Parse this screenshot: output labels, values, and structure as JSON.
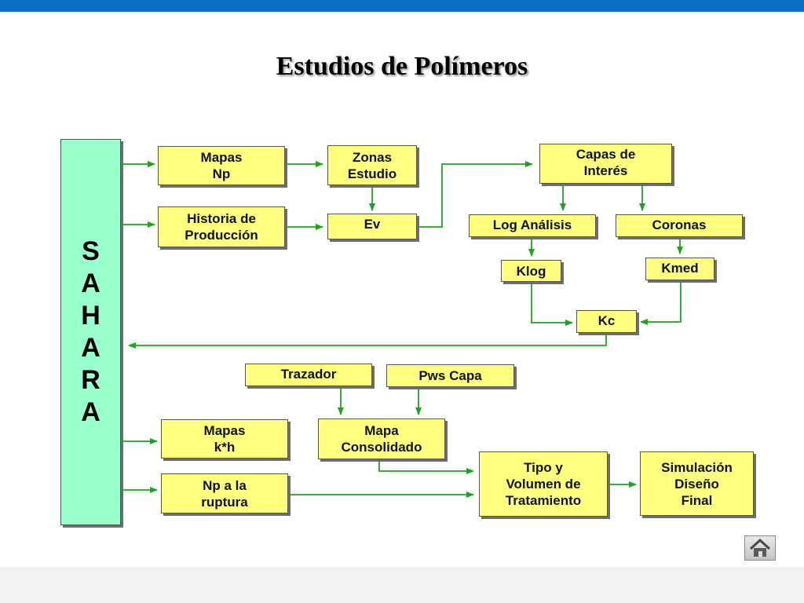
{
  "title": "Estudios de Polímeros",
  "colors": {
    "topbar": "#0a6fc2",
    "box_fill": "#ffff80",
    "sahara_fill": "#99ffcc",
    "arrow": "#1fa21f"
  },
  "sahara": "SAHARA",
  "nodes": {
    "mapas_np": "Mapas\nNp",
    "zonas_estudio": "Zonas\nEstudio",
    "capas_interes": "Capas de\nInterés",
    "historia_produccion": "Historia de\nProducción",
    "ev": "Ev",
    "log_analisis": "Log Análisis",
    "coronas": "Coronas",
    "klog": "Klog",
    "kmed": "Kmed",
    "kc": "Kc",
    "trazador": "Trazador",
    "pws_capa": "Pws Capa",
    "mapas_kh": "Mapas\nk*h",
    "mapa_consolidado": "Mapa\nConsolidado",
    "np_ruptura": "Np a la\nruptura",
    "tipo_volumen": "Tipo y\nVolumen de\nTratamiento",
    "simulacion": "Simulación\nDiseño\nFinal"
  },
  "edges": [
    [
      "sahara",
      "mapas_np"
    ],
    [
      "sahara",
      "historia_produccion"
    ],
    [
      "mapas_np",
      "zonas_estudio"
    ],
    [
      "historia_produccion",
      "ev"
    ],
    [
      "zonas_estudio",
      "ev"
    ],
    [
      "ev",
      "capas_interes"
    ],
    [
      "capas_interes",
      "log_analisis"
    ],
    [
      "capas_interes",
      "coronas"
    ],
    [
      "log_analisis",
      "klog"
    ],
    [
      "coronas",
      "kmed"
    ],
    [
      "klog",
      "kc"
    ],
    [
      "kmed",
      "kc"
    ],
    [
      "kc",
      "sahara"
    ],
    [
      "trazador",
      "mapa_consolidado"
    ],
    [
      "pws_capa",
      "mapa_consolidado"
    ],
    [
      "sahara",
      "mapas_kh"
    ],
    [
      "sahara",
      "np_ruptura"
    ],
    [
      "mapa_consolidado",
      "tipo_volumen"
    ],
    [
      "np_ruptura",
      "tipo_volumen"
    ],
    [
      "tipo_volumen",
      "simulacion"
    ]
  ],
  "home_icon": "home-icon"
}
